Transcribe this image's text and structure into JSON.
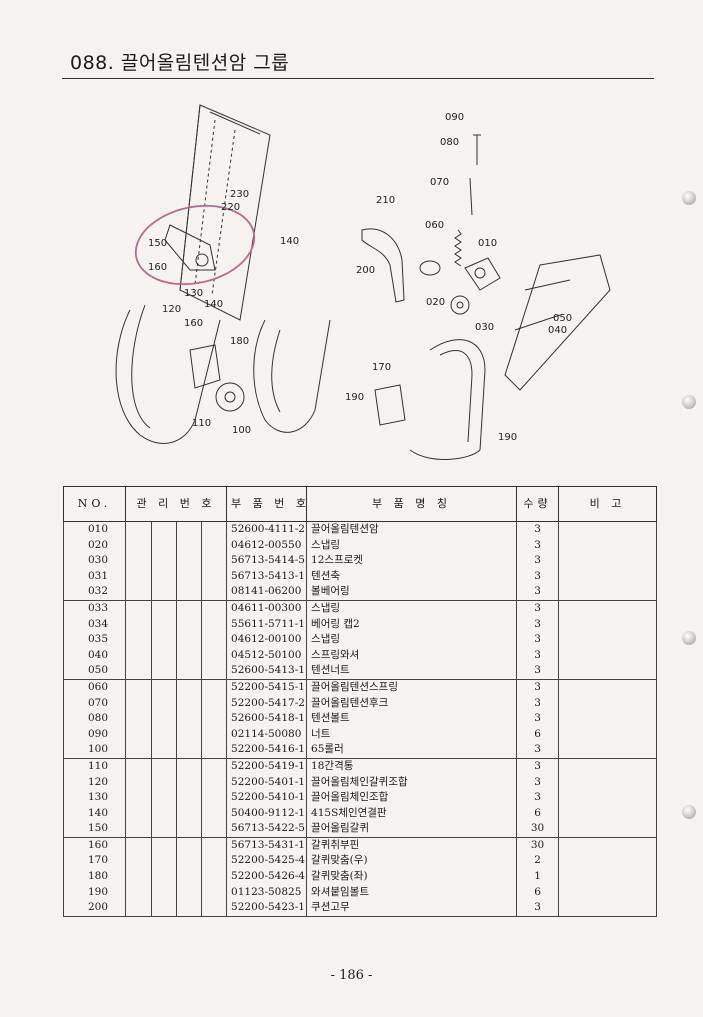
{
  "page": {
    "title": "088. 끌어올림텐션암 그룹",
    "page_number": "- 186 -"
  },
  "diagram": {
    "callouts": [
      "090",
      "080",
      "070",
      "060",
      "010",
      "230",
      "220",
      "210",
      "200",
      "020",
      "030",
      "050",
      "040",
      "150",
      "160",
      "140",
      "130",
      "140",
      "120",
      "160",
      "180",
      "170",
      "190",
      "190",
      "110",
      "100"
    ]
  },
  "table": {
    "headers": {
      "no": "NO.",
      "mgmt": "관 리 번 호",
      "part_no": "부 품 번 호",
      "name": "부 품 명 칭",
      "qty": "수량",
      "note": "비 고"
    },
    "groups": [
      [
        {
          "no": "010",
          "part_no": "52600-4111-2",
          "name": "끌어올림텐션암",
          "qty": "3"
        },
        {
          "no": "020",
          "part_no": "04612-00550",
          "name": "스냅링",
          "qty": "3"
        },
        {
          "no": "030",
          "part_no": "56713-5414-5",
          "name": "12스프로켓",
          "qty": "3"
        },
        {
          "no": "031",
          "part_no": "56713-5413-1",
          "name": "텐션축",
          "qty": "3"
        },
        {
          "no": "032",
          "part_no": "08141-06200",
          "name": "볼베어링",
          "qty": "3"
        }
      ],
      [
        {
          "no": "033",
          "part_no": "04611-00300",
          "name": "스냅링",
          "qty": "3"
        },
        {
          "no": "034",
          "part_no": "55611-5711-1",
          "name": "베어링 캡2",
          "qty": "3"
        },
        {
          "no": "035",
          "part_no": "04612-00100",
          "name": "스냅링",
          "qty": "3"
        },
        {
          "no": "040",
          "part_no": "04512-50100",
          "name": "스프링와셔",
          "qty": "3"
        },
        {
          "no": "050",
          "part_no": "52600-5413-1",
          "name": "텐션너트",
          "qty": "3"
        }
      ],
      [
        {
          "no": "060",
          "part_no": "52200-5415-1",
          "name": "끌어올림텐션스프링",
          "qty": "3"
        },
        {
          "no": "070",
          "part_no": "52200-5417-2",
          "name": "끌어올림텐션후크",
          "qty": "3"
        },
        {
          "no": "080",
          "part_no": "52600-5418-1",
          "name": "텐션볼트",
          "qty": "3"
        },
        {
          "no": "090",
          "part_no": "02114-50080",
          "name": "너트",
          "qty": "6"
        },
        {
          "no": "100",
          "part_no": "52200-5416-1",
          "name": "65롤러",
          "qty": "3"
        }
      ],
      [
        {
          "no": "110",
          "part_no": "52200-5419-1",
          "name": "18간격통",
          "qty": "3"
        },
        {
          "no": "120",
          "part_no": "52200-5401-1",
          "name": "끌어올림체인갈퀴조합",
          "qty": "3"
        },
        {
          "no": "130",
          "part_no": "52200-5410-1",
          "name": "끌어올림체인조합",
          "qty": "3"
        },
        {
          "no": "140",
          "part_no": "50400-9112-1",
          "name": "415S체인연결판",
          "qty": "6"
        },
        {
          "no": "150",
          "part_no": "56713-5422-5",
          "name": "끌어올림갈퀴",
          "qty": "30"
        }
      ],
      [
        {
          "no": "160",
          "part_no": "56713-5431-1",
          "name": "갈퀴취부핀",
          "qty": "30"
        },
        {
          "no": "170",
          "part_no": "52200-5425-4",
          "name": "갈퀴맞춤(우)",
          "qty": "2"
        },
        {
          "no": "180",
          "part_no": "52200-5426-4",
          "name": "갈퀴맞춤(좌)",
          "qty": "1"
        },
        {
          "no": "190",
          "part_no": "01123-50825",
          "name": "와셔붙임볼트",
          "qty": "6"
        },
        {
          "no": "200",
          "part_no": "52200-5423-1",
          "name": "쿠션고무",
          "qty": "3"
        }
      ]
    ]
  }
}
